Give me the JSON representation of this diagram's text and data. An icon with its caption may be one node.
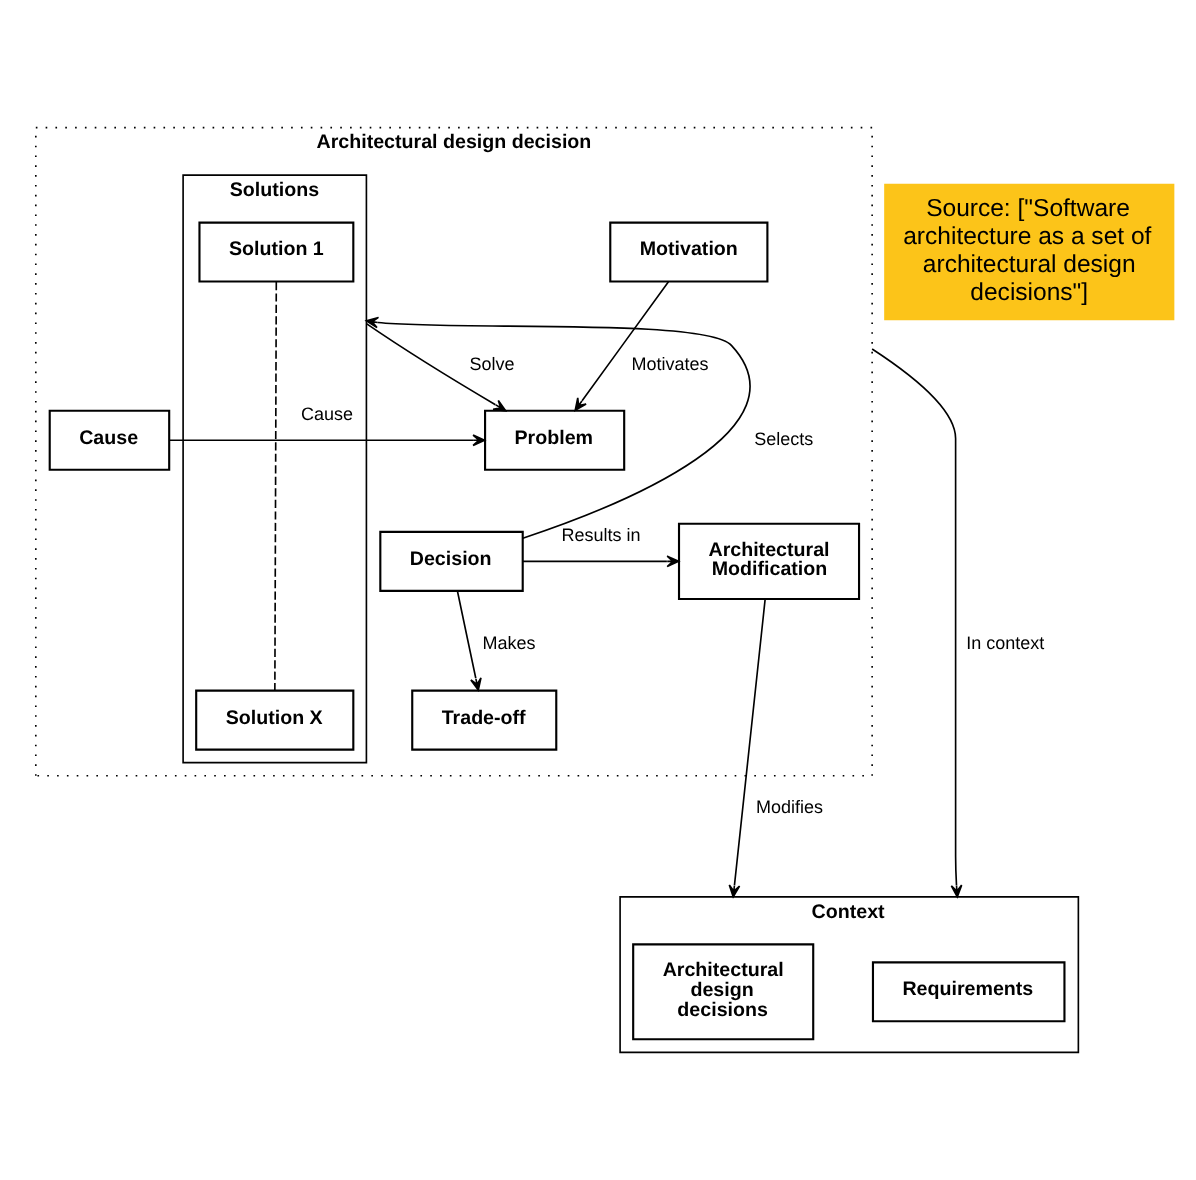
{
  "diagram": {
    "nodes": [
      {
        "text": [
          "Architectural design decision"
        ]
      },
      {
        "text": [
          "Solutions"
        ],
        "in": 0
      },
      {
        "text": [
          "Solution 1"
        ],
        "in": 1
      },
      {
        "text": [
          "Solution X"
        ],
        "in": 1
      },
      {
        "text": [
          "Motivation"
        ],
        "in": 0
      },
      {
        "text": [
          "Problem"
        ],
        "in": 0
      },
      {
        "text": [
          "Cause"
        ],
        "in": 0
      },
      {
        "text": [
          "Decision"
        ],
        "in": 0
      },
      {
        "text": [
          "Architectural Modification"
        ],
        "in": 0
      },
      {
        "text": [
          "Trade-off"
        ],
        "in": 0
      },
      {
        "text": [
          "Context"
        ]
      },
      {
        "text": [
          "Requirements"
        ],
        "in": 10
      },
      {
        "text": [
          "Architectural design decisions"
        ],
        "in": 10
      },
      {
        "text": [
          "Source: [\"Software architecture as a set of architectural design decisions\"]"
        ]
      }
    ],
    "edges": [
      {
        "from": 4,
        "to": 5,
        "arrow": "to",
        "label": "Motivates"
      },
      {
        "from": 1,
        "to": 5,
        "arrow": "to",
        "label": "Solve"
      },
      {
        "from": 6,
        "to": 5,
        "arrow": "to",
        "label": "Cause"
      },
      {
        "from": 2,
        "to": 3,
        "arrow": "none",
        "style": "dashed"
      },
      {
        "from": 7,
        "to": 1,
        "arrow": "to",
        "label": "Selects"
      },
      {
        "from": 7,
        "to": 8,
        "arrow": "to",
        "label": "Results in"
      },
      {
        "from": 7,
        "to": 9,
        "arrow": "to",
        "label": "Makes"
      },
      {
        "from": 0,
        "to": 10,
        "arrow": "to",
        "label": "In context"
      },
      {
        "from": 8,
        "to": 10,
        "arrow": "to",
        "label": "Modifies"
      }
    ]
  }
}
